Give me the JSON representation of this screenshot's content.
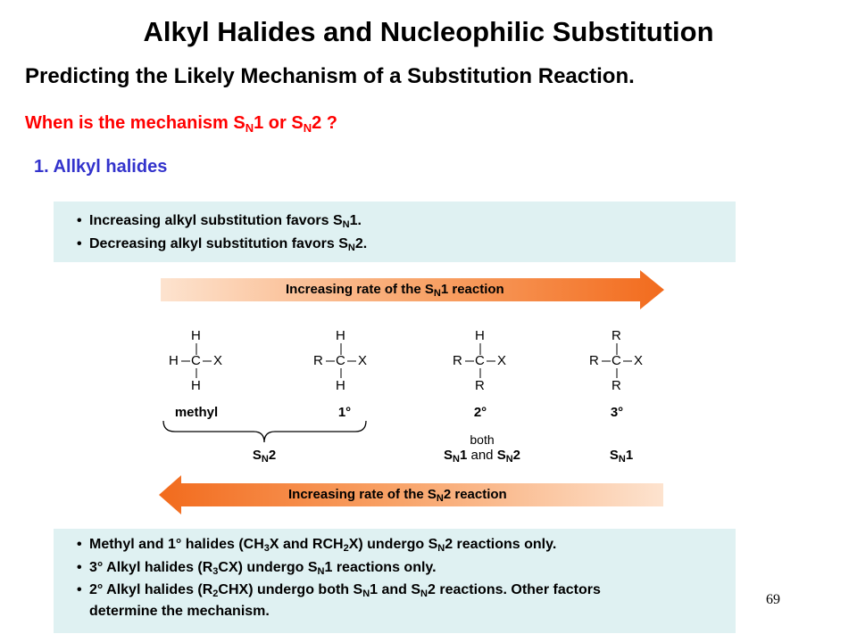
{
  "slide": {
    "title": "Alkyl Halides and Nucleophilic Substitution",
    "subtitle": "Predicting the Likely Mechanism of a Substitution Reaction.",
    "question": {
      "prefix": "When is the mechanism S",
      "sub": "N",
      "mid1": "1 or S",
      "mid2": "2 ?"
    },
    "section_heading": "1. Allkyl halides",
    "page_number": "69"
  },
  "top_box": [
    {
      "pre": "Increasing alkyl substitution favors S",
      "sub": "N",
      "post": "1."
    },
    {
      "pre": "Decreasing alkyl substitution favors S",
      "sub": "N",
      "post": "2."
    }
  ],
  "arrows": {
    "sn1": {
      "pre": "Increasing rate of the S",
      "sub": "N",
      "post": "1 reaction",
      "color": "#f26b1d"
    },
    "sn2": {
      "pre": "Increasing rate of the S",
      "sub": "N",
      "post": "2 reaction",
      "color": "#f26b1d"
    }
  },
  "structures": [
    {
      "top": "H",
      "left": "H",
      "center": "C",
      "right": "X",
      "bottom": "H",
      "class_label": "methyl"
    },
    {
      "top": "H",
      "left": "R",
      "center": "C",
      "right": "X",
      "bottom": "H",
      "class_label": "1°"
    },
    {
      "top": "H",
      "left": "R",
      "center": "C",
      "right": "X",
      "bottom": "R",
      "class_label": "2°"
    },
    {
      "top": "R",
      "left": "R",
      "center": "C",
      "right": "X",
      "bottom": "R",
      "class_label": "3°"
    }
  ],
  "mechanisms": {
    "methyl_primary": {
      "main": "S",
      "sub": "N",
      "post": "2"
    },
    "secondary": {
      "line1": "both",
      "a_main": "S",
      "a_sub": "N",
      "a_post": "1",
      "and": " and ",
      "b_main": "S",
      "b_sub": "N",
      "b_post": "2"
    },
    "tertiary": {
      "main": "S",
      "sub": "N",
      "post": "1"
    }
  },
  "bottom_box": [
    {
      "parts": [
        "Methyl and 1° halides (CH",
        "3",
        "X and RCH",
        "2",
        "X) undergo S",
        "N",
        "2 reactions only."
      ]
    },
    {
      "parts": [
        "3° Alkyl halides (R",
        "3",
        "CX) undergo S",
        "N",
        "1 reactions only."
      ]
    },
    {
      "parts": [
        "2° Alkyl halides (R",
        "2",
        "CHX) undergo both S",
        "N",
        "1 and S",
        "N",
        "2 reactions. Other factors"
      ],
      "cont": "determine the mechanism."
    }
  ]
}
